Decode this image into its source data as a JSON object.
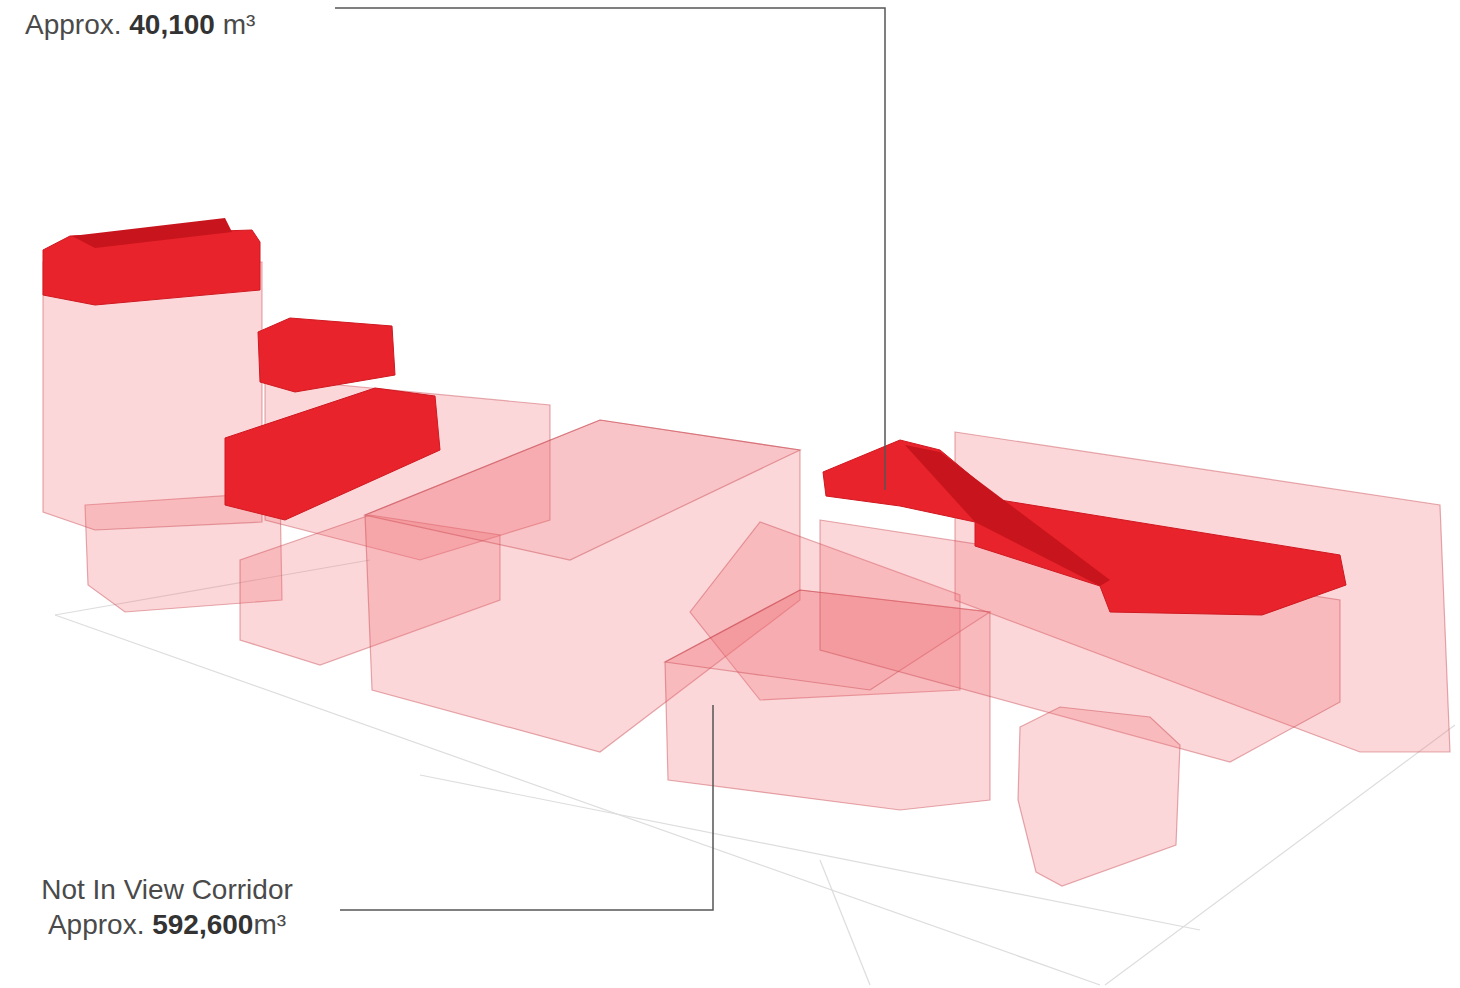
{
  "diagram": {
    "labels": [
      "Approx. 40,100 m³",
      "Not In View Corridor",
      "Approx. 592,600m³"
    ]
  }
}
